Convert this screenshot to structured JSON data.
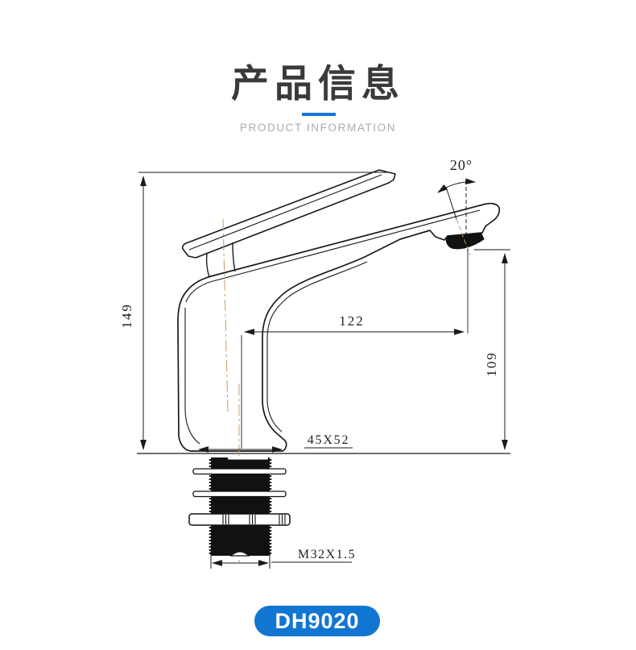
{
  "header": {
    "title": "产品信息",
    "subtitle": "PRODUCT INFORMATION",
    "accent_color": "#1576d3",
    "title_color": "#3a3a3a",
    "subtitle_color": "#ababab"
  },
  "drawing": {
    "type": "faucet-technical-drawing",
    "line_color": "#1a1a1a",
    "centerline_color": "#c89a62",
    "dimensions": {
      "angle": "20°",
      "total_height": "149",
      "spout_reach": "122",
      "spout_height": "109",
      "base_size": "45X52",
      "thread_size": "M32X1.5"
    }
  },
  "footer": {
    "model": "DH9020",
    "badge_color": "#1175d2",
    "badge_text_color": "#ffffff"
  }
}
